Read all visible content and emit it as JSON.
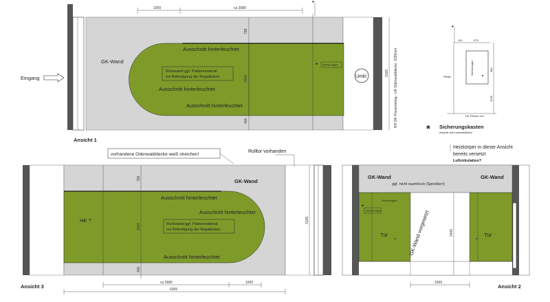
{
  "view1": {
    "title": "Ansicht 1",
    "entrance": "Eingang",
    "wall": "GK-Wand",
    "dim_top_1": "1000",
    "dim_top_2": "ca 3680",
    "dim_v_1": "798",
    "dim_v_2": "2000",
    "dim_v_3": "400",
    "dim_total": "3195",
    "dim_note": "RH OK Fliesenbelag - UK Odenwalddecke: 3195mm",
    "cutout_top": "Ausschnitt hinterleuchtet",
    "cutout_mid": "Ausschnitt hinterleuchtet",
    "cutout_bottom": "Ausschnitt hinterleuchtet",
    "back_wall_line1": "Rückwand ggf. Plattenmaterial",
    "back_wall_line2": "zur Befestigung der Regalkuben",
    "fuse_label": "Sicherungen",
    "circle_label": "Umkl"
  },
  "detail": {
    "dim_1": "120",
    "dim_2": "573",
    "dim_3": "980",
    "dim_4": "1245",
    "pillar": "Pfeiler",
    "fuses": "Sicherungen",
    "floor": "OK Fliesen roh",
    "legend_title": "Sicherungskasten",
    "legend_sub": "Ansicht nicht massstäblich!"
  },
  "view3": {
    "title": "Ansicht 3",
    "note_ceiling": "vorhandene Odenwalddecke weiß streichen!",
    "note_door": "Rolltor vorhanden",
    "wall": "GK-Wand",
    "hk": "HK ?",
    "cutout_top": "Ausschnitt hinterleuchtet",
    "cutout_mid": "Ausschnitt hinterleuchtet",
    "cutout_bottom": "Ausschnitt hinterleuchtet",
    "back_wall_line1": "Rückwand ggf. Plattenmaterial",
    "back_wall_line2": "zur Befestigung der Regalkuben",
    "dim_v_1": "796",
    "dim_v_2": "2000",
    "dim_v_3": "400",
    "dim_total": "3195",
    "dim_bottom_1": "ca 3685",
    "dim_bottom_2": "1000",
    "dim_bottom_total": "6305"
  },
  "view2": {
    "title": "Ansicht 2",
    "note_line1": "Heizkörper in dieser Ansicht",
    "note_line2": "bereits versetzt",
    "note_line3": "Luftzirkulation?",
    "wall_left": "GK-Wand",
    "wall_right": "GK-Wand",
    "ceiling_note": "ggf. nicht raumhoch (Sprinkler!)",
    "door_left": "Tür",
    "door_right": "Tür",
    "pre_wall": "GK-Wand vorgesetzt",
    "dim_height": "2400",
    "dim_width": "1600",
    "fuse_label": "Sicherungen",
    "fuse_small": "Sicherungen"
  },
  "colors": {
    "green": "#7e9b2a",
    "grey": "#d5d5d5",
    "dark": "#555555"
  }
}
